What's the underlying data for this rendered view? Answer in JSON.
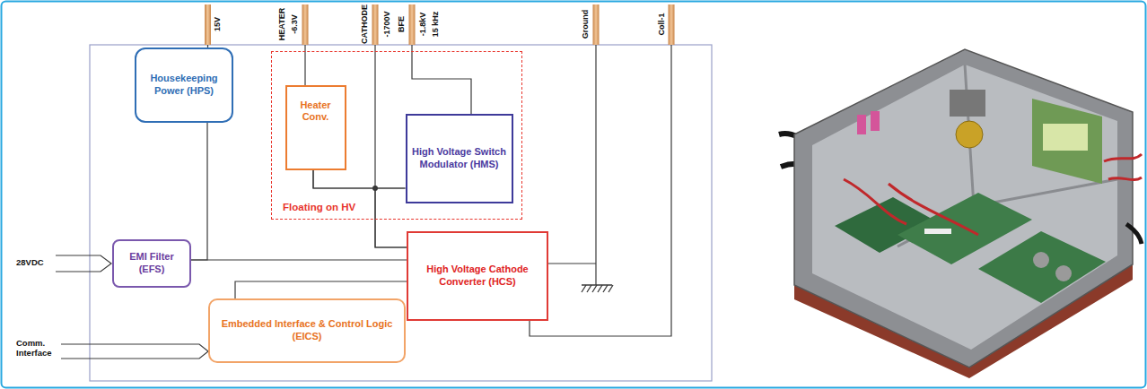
{
  "diagram": {
    "nodes": [
      {
        "text": [
          "Housekeeping Power (HPS)"
        ]
      },
      {
        "text": [
          "Floating on HV"
        ]
      },
      {
        "text": [
          "Heater Conv."
        ],
        "in": 1
      },
      {
        "text": [
          "High Voltage Switch Modulator (HMS)"
        ],
        "in": 1
      },
      {
        "text": [
          "High Voltage Cathode Converter (HCS)"
        ]
      },
      {
        "text": [
          "EMI Filter (EFS)"
        ]
      },
      {
        "text": [
          "Embedded Interface & Control Logic (EICS)"
        ]
      }
    ],
    "edges": [
      {
        "from": 5,
        "to": 4,
        "arrow": "none"
      },
      {
        "from": 5,
        "to": 0,
        "arrow": "none"
      },
      {
        "from": 6,
        "to": 4,
        "arrow": "none"
      },
      {
        "from": 2,
        "to": 3,
        "arrow": "none"
      },
      {
        "from": 4,
        "to": 3,
        "arrow": "none"
      },
      {
        "from": 4,
        "to": 2,
        "arrow": "none"
      }
    ],
    "labels": [
      "15V",
      "HEATER",
      "-6.3V",
      "CATHODE",
      "-1700V",
      "BFE",
      "-1.8kV",
      "15 kHz",
      "Ground",
      "Coll-1",
      "28VDC",
      "Comm. Interface"
    ]
  }
}
